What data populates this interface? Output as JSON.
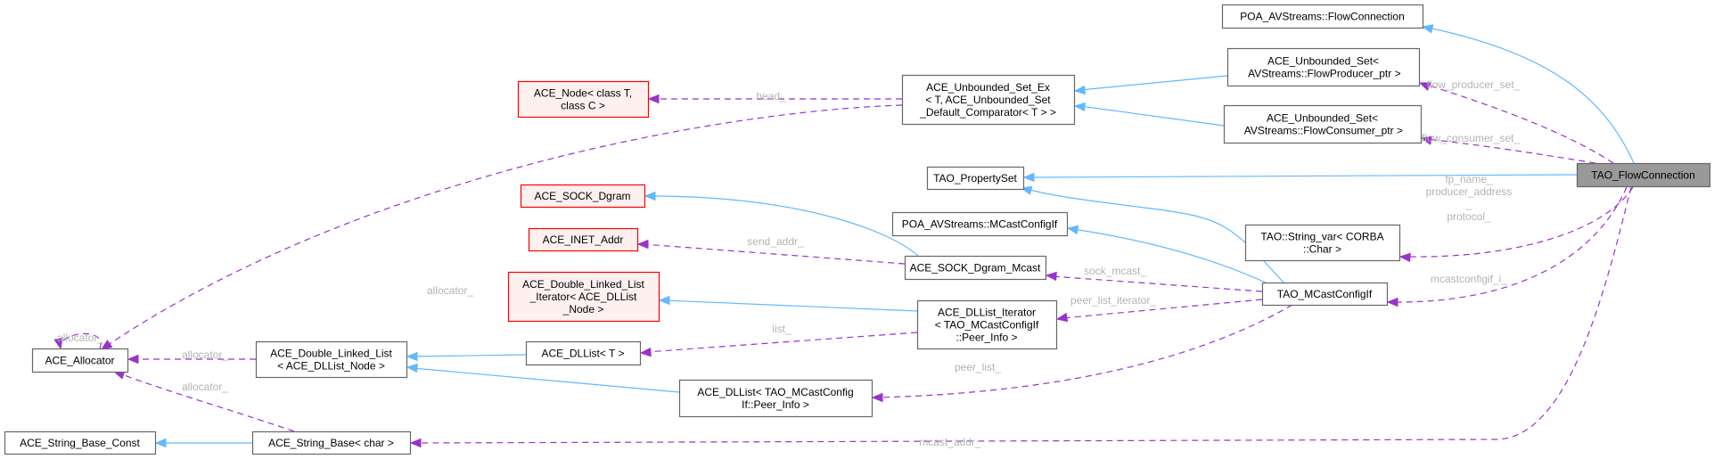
{
  "diagram": {
    "title": "Collaboration graph for TAO_FlowConnection",
    "colors": {
      "inheritance_edge": "#63b8ff",
      "usage_edge": "#9a32cd",
      "edge_label": "#b3b3b3",
      "focus_fill": "#999999",
      "undocumented_border": "#ff0000",
      "undocumented_fill": "#fff0f0"
    },
    "nodes": [
      {
        "id": "flow_connection",
        "lines": [
          "TAO_FlowConnection"
        ],
        "kind": "focus"
      },
      {
        "id": "poa_flow_connection",
        "lines": [
          "POA_AVStreams::FlowConnection"
        ],
        "kind": "normal"
      },
      {
        "id": "unbounded_set_producer",
        "lines": [
          "ACE_Unbounded_Set<",
          " AVStreams::FlowProducer_ptr >"
        ],
        "kind": "normal"
      },
      {
        "id": "unbounded_set_consumer",
        "lines": [
          "ACE_Unbounded_Set<",
          " AVStreams::FlowConsumer_ptr >"
        ],
        "kind": "normal"
      },
      {
        "id": "unbounded_set_ex",
        "lines": [
          "ACE_Unbounded_Set_Ex",
          "< T, ACE_Unbounded_Set",
          "_Default_Comparator< T > >"
        ],
        "kind": "normal"
      },
      {
        "id": "ace_node",
        "lines": [
          "ACE_Node< class T,",
          "class C >"
        ],
        "kind": "undoc"
      },
      {
        "id": "property_set",
        "lines": [
          "TAO_PropertySet"
        ],
        "kind": "normal"
      },
      {
        "id": "poa_mcast_config",
        "lines": [
          "POA_AVStreams::MCastConfigIf"
        ],
        "kind": "normal"
      },
      {
        "id": "string_var",
        "lines": [
          "TAO::String_var< CORBA",
          "::Char >"
        ],
        "kind": "normal"
      },
      {
        "id": "sock_dgram",
        "lines": [
          "ACE_SOCK_Dgram"
        ],
        "kind": "undoc"
      },
      {
        "id": "inet_addr",
        "lines": [
          "ACE_INET_Addr"
        ],
        "kind": "undoc"
      },
      {
        "id": "sock_dgram_mcast",
        "lines": [
          "ACE_SOCK_Dgram_Mcast"
        ],
        "kind": "normal"
      },
      {
        "id": "mcast_config_if",
        "lines": [
          "TAO_MCastConfigIf"
        ],
        "kind": "normal"
      },
      {
        "id": "dll_iterator",
        "lines": [
          "ACE_Double_Linked_List",
          "_Iterator< ACE_DLList",
          "_Node >"
        ],
        "kind": "undoc"
      },
      {
        "id": "dllist_iterator_peer",
        "lines": [
          "ACE_DLList_Iterator",
          "< TAO_MCastConfigIf",
          "::Peer_Info >"
        ],
        "kind": "normal"
      },
      {
        "id": "dllist_t",
        "lines": [
          "ACE_DLList< T >"
        ],
        "kind": "normal"
      },
      {
        "id": "dllist_peer",
        "lines": [
          "ACE_DLList< TAO_MCastConfig",
          "If::Peer_Info >"
        ],
        "kind": "normal"
      },
      {
        "id": "double_linked_list",
        "lines": [
          "ACE_Double_Linked_List",
          "< ACE_DLList_Node >"
        ],
        "kind": "normal"
      },
      {
        "id": "allocator",
        "lines": [
          "ACE_Allocator"
        ],
        "kind": "normal"
      },
      {
        "id": "string_base_const",
        "lines": [
          "ACE_String_Base_Const"
        ],
        "kind": "normal"
      },
      {
        "id": "string_base_char",
        "lines": [
          "ACE_String_Base< char >"
        ],
        "kind": "normal"
      }
    ],
    "edges": [
      {
        "from": "flow_connection",
        "to": "poa_flow_connection",
        "type": "inheritance",
        "label": ""
      },
      {
        "from": "flow_connection",
        "to": "property_set",
        "type": "inheritance",
        "label": ""
      },
      {
        "from": "flow_connection",
        "to": "unbounded_set_producer",
        "type": "usage",
        "label": "flow_producer_set_"
      },
      {
        "from": "flow_connection",
        "to": "unbounded_set_consumer",
        "type": "usage",
        "label": "flow_consumer_set_"
      },
      {
        "from": "flow_connection",
        "to": "string_var",
        "type": "usage",
        "label": "fp_name_\nproducer_address\n_\nprotocol_"
      },
      {
        "from": "flow_connection",
        "to": "mcast_config_if",
        "type": "usage",
        "label": "mcastconfigif_i_"
      },
      {
        "from": "flow_connection",
        "to": "string_base_char",
        "type": "usage",
        "label": "mcast_addr_"
      },
      {
        "from": "unbounded_set_producer",
        "to": "unbounded_set_ex",
        "type": "inheritance",
        "label": ""
      },
      {
        "from": "unbounded_set_consumer",
        "to": "unbounded_set_ex",
        "type": "inheritance",
        "label": ""
      },
      {
        "from": "unbounded_set_ex",
        "to": "ace_node",
        "type": "usage",
        "label": "head_"
      },
      {
        "from": "unbounded_set_ex",
        "to": "allocator",
        "type": "usage",
        "label": "allocator_"
      },
      {
        "from": "mcast_config_if",
        "to": "property_set",
        "type": "inheritance",
        "label": ""
      },
      {
        "from": "mcast_config_if",
        "to": "poa_mcast_config",
        "type": "inheritance",
        "label": ""
      },
      {
        "from": "mcast_config_if",
        "to": "sock_dgram_mcast",
        "type": "usage",
        "label": "sock_mcast_"
      },
      {
        "from": "mcast_config_if",
        "to": "dllist_iterator_peer",
        "type": "usage",
        "label": "peer_list_iterator_"
      },
      {
        "from": "mcast_config_if",
        "to": "dllist_peer",
        "type": "usage",
        "label": "peer_list_"
      },
      {
        "from": "sock_dgram_mcast",
        "to": "sock_dgram",
        "type": "inheritance",
        "label": ""
      },
      {
        "from": "sock_dgram_mcast",
        "to": "inet_addr",
        "type": "usage",
        "label": "send_addr_"
      },
      {
        "from": "dllist_iterator_peer",
        "to": "dll_iterator",
        "type": "inheritance",
        "label": ""
      },
      {
        "from": "dllist_iterator_peer",
        "to": "dllist_t",
        "type": "usage",
        "label": "list_"
      },
      {
        "from": "dllist_t",
        "to": "double_linked_list",
        "type": "inheritance",
        "label": ""
      },
      {
        "from": "dllist_peer",
        "to": "double_linked_list",
        "type": "inheritance",
        "label": ""
      },
      {
        "from": "double_linked_list",
        "to": "allocator",
        "type": "usage",
        "label": "allocator_"
      },
      {
        "from": "allocator",
        "to": "allocator",
        "type": "usage",
        "label": "allocator_"
      },
      {
        "from": "string_base_char",
        "to": "allocator",
        "type": "usage",
        "label": "allocator_"
      },
      {
        "from": "string_base_char",
        "to": "string_base_const",
        "type": "inheritance",
        "label": ""
      }
    ]
  }
}
